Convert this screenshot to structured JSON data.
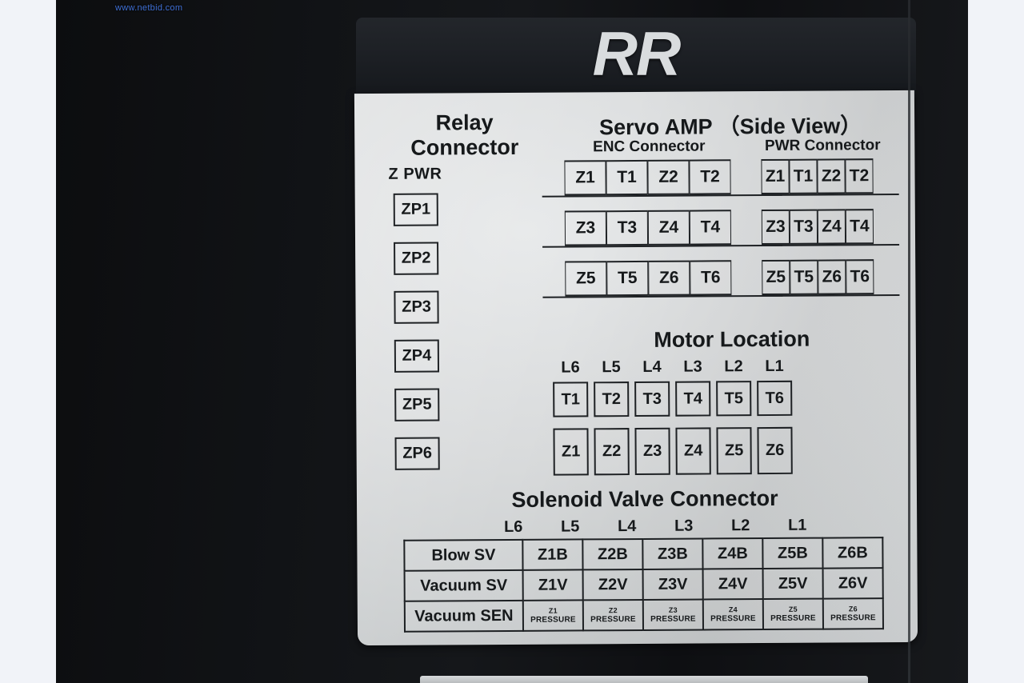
{
  "watermark": "www.netbid.com",
  "machine": {
    "logo": "RR",
    "colors": {
      "body_dark": "#111316",
      "header_plate": "#1d2025",
      "label_plate": "#d9dbdc",
      "ink": "#16191b",
      "logo_color": "#d9dcde",
      "watermark_color": "#3f6fd4",
      "page_margin": "#f1f3f8"
    }
  },
  "relay": {
    "title_line1": "Relay",
    "title_line2": "Connector",
    "subtitle": "Z PWR",
    "boxes": [
      "ZP1",
      "ZP2",
      "ZP3",
      "ZP4",
      "ZP5",
      "ZP6"
    ]
  },
  "servo": {
    "title": "Servo AMP （Side View）",
    "enc_title": "ENC Connector",
    "pwr_title": "PWR Connector",
    "enc_rows": [
      [
        "Z1",
        "T1",
        "Z2",
        "T2"
      ],
      [
        "Z3",
        "T3",
        "Z4",
        "T4"
      ],
      [
        "Z5",
        "T5",
        "Z6",
        "T6"
      ]
    ],
    "pwr_rows": [
      [
        "Z1",
        "T1",
        "Z2",
        "T2"
      ],
      [
        "Z3",
        "T3",
        "Z4",
        "T4"
      ],
      [
        "Z5",
        "T5",
        "Z6",
        "T6"
      ]
    ]
  },
  "motor": {
    "title": "Motor Location",
    "headers": [
      "L6",
      "L5",
      "L4",
      "L3",
      "L2",
      "L1"
    ],
    "row_t": [
      "T1",
      "T2",
      "T3",
      "T4",
      "T5",
      "T6"
    ],
    "row_z": [
      "Z1",
      "Z2",
      "Z3",
      "Z4",
      "Z5",
      "Z6"
    ]
  },
  "solenoid": {
    "title": "Solenoid Valve Connector",
    "headers": [
      "L6",
      "L5",
      "L4",
      "L3",
      "L2",
      "L1"
    ],
    "rows": [
      {
        "label": "Blow SV",
        "values": [
          "Z1B",
          "Z2B",
          "Z3B",
          "Z4B",
          "Z5B",
          "Z6B"
        ]
      },
      {
        "label": "Vacuum SV",
        "values": [
          "Z1V",
          "Z2V",
          "Z3V",
          "Z4V",
          "Z5V",
          "Z6V"
        ]
      },
      {
        "label": "Vacuum SEN",
        "values": [
          {
            "line1": "Z1",
            "line2": "PRESSURE"
          },
          {
            "line1": "Z2",
            "line2": "PRESSURE"
          },
          {
            "line1": "Z3",
            "line2": "PRESSURE"
          },
          {
            "line1": "Z4",
            "line2": "PRESSURE"
          },
          {
            "line1": "Z5",
            "line2": "PRESSURE"
          },
          {
            "line1": "Z6",
            "line2": "PRESSURE"
          }
        ]
      }
    ]
  }
}
